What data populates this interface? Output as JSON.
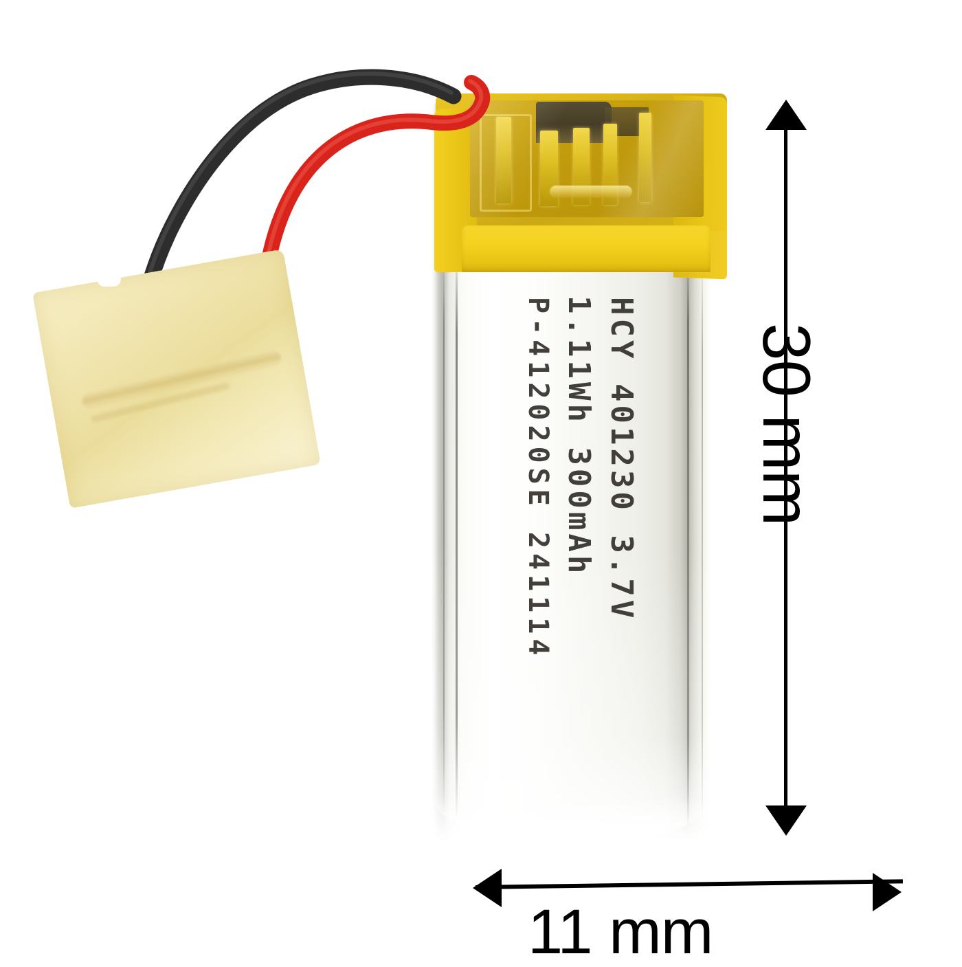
{
  "scene": {
    "title": "Lithium polymer battery product photo with dimension callouts",
    "background_color": "#ffffff"
  },
  "dimensions": {
    "height_label": "30 mm",
    "width_label": "11 mm",
    "arrow_color": "#000000"
  },
  "battery": {
    "printed_label": {
      "line1": "HCY 401230 3.7V",
      "line2": "1.11Wh 300mAh",
      "line3": "P-412020SE 241114"
    },
    "colors": {
      "pouch_silver": "#f2f2ec",
      "kapton_yellow": "#f4d21f",
      "kapton_amber": "#c9a40c",
      "seam_gray": "#8d8d85"
    }
  },
  "wires": {
    "positive": {
      "name": "red-positive-wire",
      "color": "#e0261c"
    },
    "negative": {
      "name": "black-negative-wire",
      "color": "#2e2e2e"
    }
  },
  "insulator_tape": {
    "name": "cream-kapton-tape-square",
    "color": "#f1e5ab"
  }
}
